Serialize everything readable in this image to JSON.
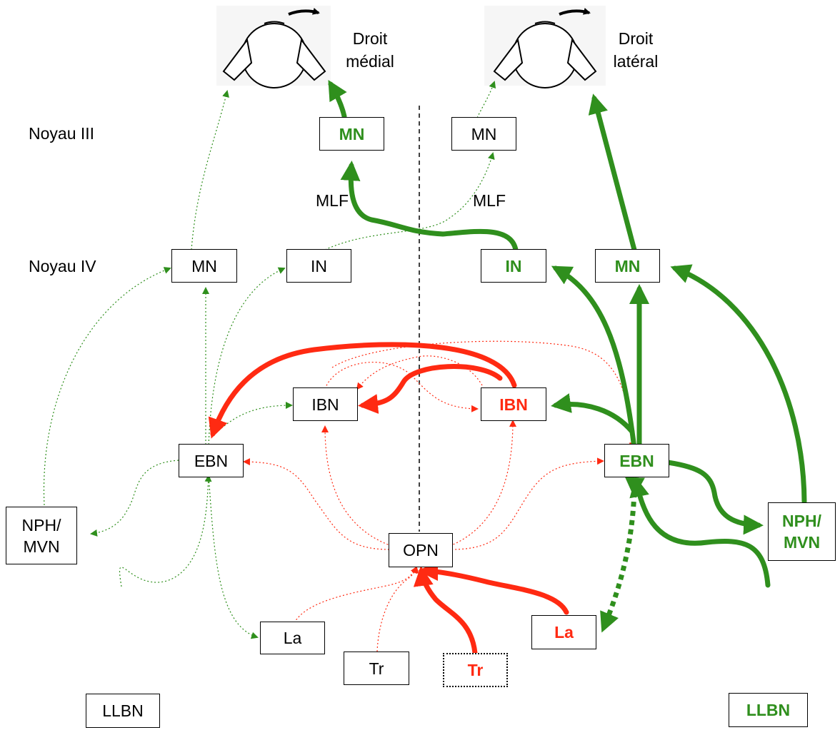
{
  "colors": {
    "excitatory": "#2f8f1d",
    "inhibitory": "#ff2a12",
    "line": "#000000"
  },
  "eyes": {
    "left_label_1": "Droit",
    "left_label_2": "médial",
    "right_label_1": "Droit",
    "right_label_2": "latéral",
    "icon": "eye-top-view-icon"
  },
  "rows": {
    "nucleus_iii": "Noyau III",
    "nucleus_iv": "Noyau IV"
  },
  "mlf": {
    "left": "MLF",
    "right": "MLF"
  },
  "nodes": {
    "mn_iii_left": "MN",
    "mn_iii_right": "MN",
    "mn_iv_left": "MN",
    "in_left": "IN",
    "in_right": "IN",
    "mn_iv_right": "MN",
    "ibn_left": "IBN",
    "ibn_right": "IBN",
    "ebn_left": "EBN",
    "ebn_right": "EBN",
    "nph_left_1": "NPH/",
    "nph_left_2": "MVN",
    "nph_right_1": "NPH/",
    "nph_right_2": "MVN",
    "opn": "OPN",
    "la_left": "La",
    "la_right": "La",
    "tr_left": "Tr",
    "tr_right": "Tr",
    "llbn_left": "LLBN",
    "llbn_right": "LLBN"
  }
}
